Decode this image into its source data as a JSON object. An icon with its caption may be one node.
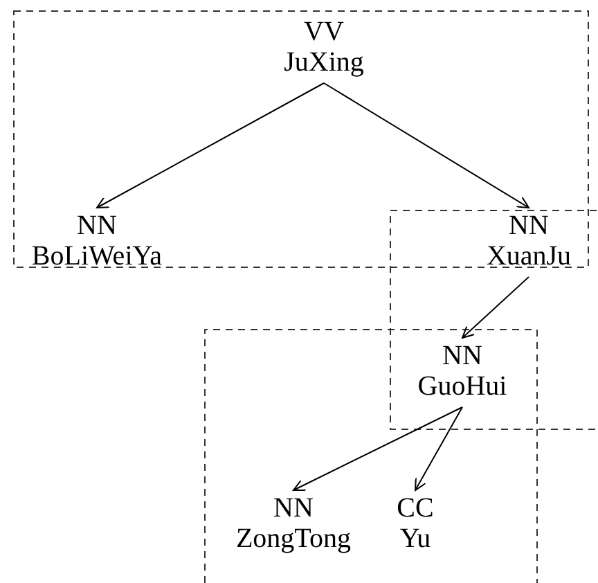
{
  "diagram": {
    "nodes": [
      {
        "text": [
          "VV",
          "JuXing"
        ]
      },
      {
        "text": [
          "NN",
          "BoLiWeiYa"
        ]
      },
      {
        "text": [
          "NN",
          "XuanJu"
        ]
      },
      {
        "text": [
          "NN",
          "GuoHui"
        ]
      },
      {
        "text": [
          "NN",
          "ZongTong"
        ]
      },
      {
        "text": [
          "CC",
          "Yu"
        ]
      }
    ],
    "edges": [
      {
        "from": 0,
        "to": 1,
        "arrow": "to"
      },
      {
        "from": 0,
        "to": 2,
        "arrow": "to"
      },
      {
        "from": 2,
        "to": 3,
        "arrow": "to"
      },
      {
        "from": 3,
        "to": 4,
        "arrow": "to"
      },
      {
        "from": 3,
        "to": 5,
        "arrow": "to"
      }
    ]
  }
}
